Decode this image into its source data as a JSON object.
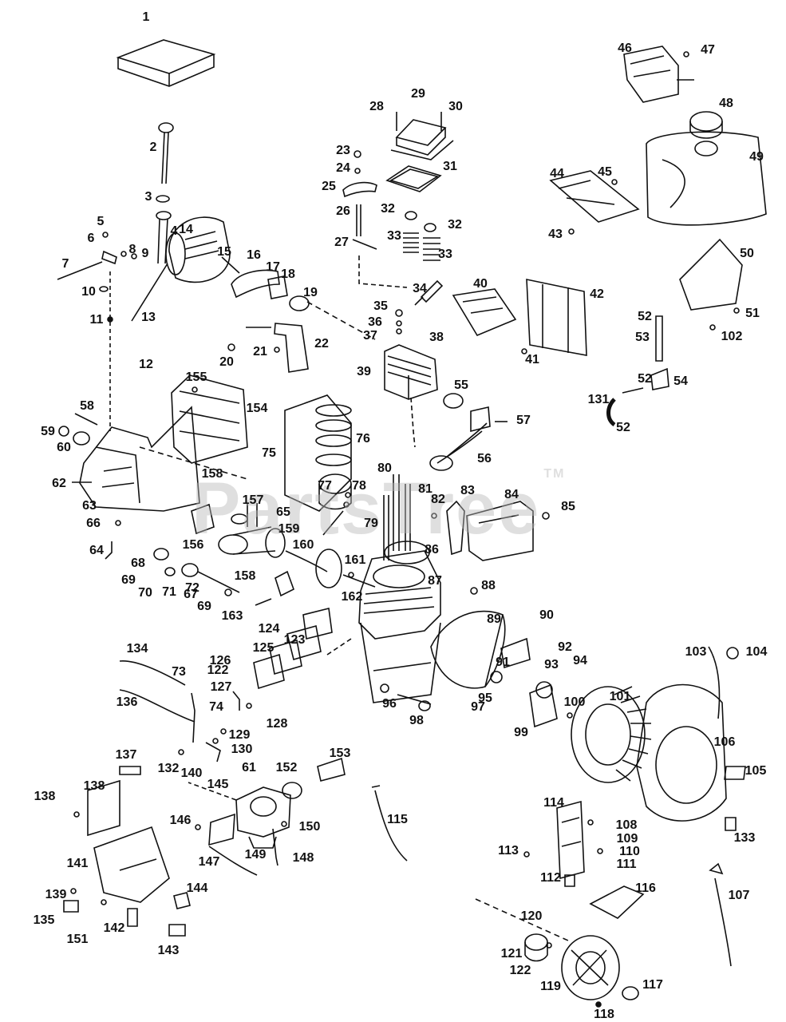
{
  "diagram": {
    "type": "exploded-parts-diagram",
    "watermark": "PartsTree",
    "trademark": "TM",
    "ink_color": "#111111",
    "background_color": "#ffffff",
    "part_labels": [
      "1",
      "2",
      "3",
      "4",
      "5",
      "6",
      "7",
      "8",
      "9",
      "10",
      "11",
      "12",
      "13",
      "14",
      "15",
      "16",
      "17",
      "18",
      "19",
      "20",
      "21",
      "22",
      "23",
      "24",
      "25",
      "26",
      "27",
      "28",
      "29",
      "30",
      "31",
      "32",
      "32",
      "33",
      "33",
      "34",
      "35",
      "36",
      "37",
      "38",
      "39",
      "40",
      "41",
      "42",
      "43",
      "44",
      "45",
      "46",
      "47",
      "48",
      "49",
      "50",
      "51",
      "52",
      "52",
      "52",
      "53",
      "54",
      "55",
      "56",
      "57",
      "58",
      "59",
      "60",
      "61",
      "62",
      "63",
      "64",
      "65",
      "66",
      "67",
      "68",
      "69",
      "69",
      "70",
      "71",
      "72",
      "73",
      "74",
      "75",
      "76",
      "77",
      "78",
      "79",
      "80",
      "81",
      "82",
      "83",
      "84",
      "85",
      "86",
      "87",
      "88",
      "89",
      "90",
      "91",
      "92",
      "93",
      "94",
      "95",
      "96",
      "97",
      "98",
      "99",
      "100",
      "101",
      "102",
      "103",
      "104",
      "105",
      "106",
      "107",
      "108",
      "109",
      "110",
      "111",
      "112",
      "113",
      "114",
      "115",
      "116",
      "117",
      "118",
      "119",
      "120",
      "121",
      "122",
      "122",
      "123",
      "124",
      "125",
      "126",
      "127",
      "128",
      "129",
      "130",
      "131",
      "132",
      "133",
      "134",
      "135",
      "136",
      "137",
      "138",
      "138",
      "139",
      "140",
      "141",
      "142",
      "143",
      "144",
      "145",
      "146",
      "147",
      "148",
      "149",
      "150",
      "151",
      "152",
      "153",
      "154",
      "155",
      "156",
      "157",
      "158",
      "158",
      "159",
      "160",
      "161",
      "162",
      "163"
    ]
  }
}
